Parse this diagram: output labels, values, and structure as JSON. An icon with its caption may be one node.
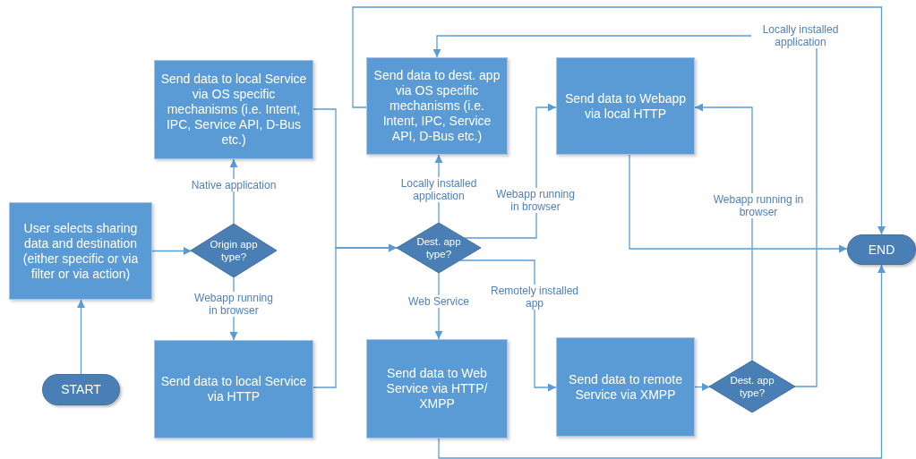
{
  "diagram": {
    "nodes": [
      {
        "text": [
          "START"
        ]
      },
      {
        "text": [
          "User selects sharing data and destination (either specific or via filter or via action)"
        ]
      },
      {
        "text": [
          "Origin app type?"
        ]
      },
      {
        "text": [
          "Send data to local Service via OS specific mechanisms (i.e. Intent, IPC, Service API, D-Bus etc.)"
        ]
      },
      {
        "text": [
          "Send data to local Service via HTTP"
        ]
      },
      {
        "text": [
          "Dest. app type?"
        ]
      },
      {
        "text": [
          "Send data to dest. app via OS specific mechanisms (i.e. Intent, IPC, Service API, D-Bus etc.)"
        ]
      },
      {
        "text": [
          "Send data to Webapp via local HTTP"
        ]
      },
      {
        "text": [
          "Send data to Web Service via HTTP/ XMPP"
        ]
      },
      {
        "text": [
          "Send data to remote Service via XMPP"
        ]
      },
      {
        "text": [
          "Dest. app type?"
        ]
      },
      {
        "text": [
          "END"
        ]
      }
    ],
    "edges": [
      {
        "from": 0,
        "to": 1,
        "arrow": "to"
      },
      {
        "from": 1,
        "to": 2,
        "arrow": "to"
      },
      {
        "from": 2,
        "to": 3,
        "arrow": "to",
        "label": "Native application"
      },
      {
        "from": 2,
        "to": 4,
        "arrow": "to",
        "label": "Webapp running in browser"
      },
      {
        "from": 3,
        "to": 5,
        "arrow": "to"
      },
      {
        "from": 4,
        "to": 5,
        "arrow": "to"
      },
      {
        "from": 5,
        "to": 6,
        "arrow": "to",
        "label": "Locally installed application"
      },
      {
        "from": 5,
        "to": 7,
        "arrow": "to",
        "label": "Webapp running in browser"
      },
      {
        "from": 5,
        "to": 8,
        "arrow": "to",
        "label": "Web Service"
      },
      {
        "from": 5,
        "to": 9,
        "arrow": "to",
        "label": "Remotely installed app"
      },
      {
        "from": 9,
        "to": 10,
        "arrow": "to"
      },
      {
        "from": 10,
        "to": 7,
        "arrow": "to",
        "label": "Webapp running in browser"
      },
      {
        "from": 10,
        "to": 6,
        "arrow": "to",
        "label": "Locally installed application"
      },
      {
        "from": 6,
        "to": 11,
        "arrow": "to"
      },
      {
        "from": 7,
        "to": 11,
        "arrow": "to"
      },
      {
        "from": 8,
        "to": 11,
        "arrow": "to"
      }
    ]
  }
}
